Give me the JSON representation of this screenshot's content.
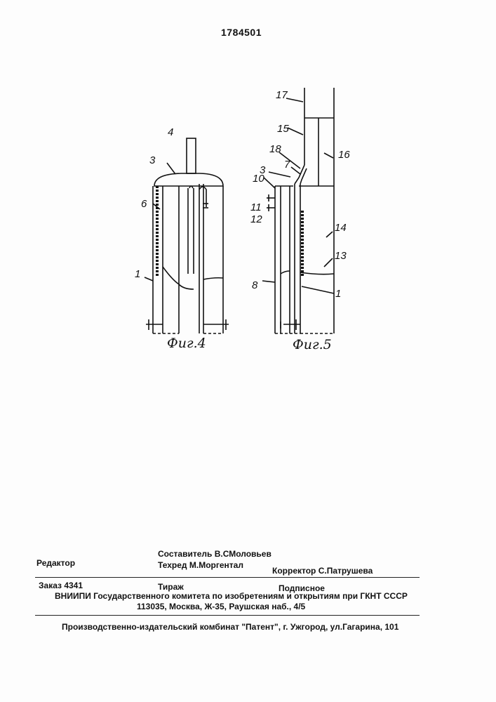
{
  "header": {
    "patent_number": "1784501"
  },
  "figures": [
    {
      "caption": "Фиг.4",
      "callouts": [
        "4",
        "3",
        "6",
        "1"
      ]
    },
    {
      "caption": "Фиг.5",
      "callouts": [
        "17",
        "15",
        "16",
        "18",
        "7",
        "3",
        "10",
        "11",
        "12",
        "14",
        "13",
        "8",
        "1"
      ]
    }
  ],
  "imprint": {
    "editor_label": "Редактор",
    "compiler": "Составитель В.СМоловьев",
    "techred": "Техред М.Моргентал",
    "corrector": "Корректор С.Патрушева",
    "order": "Заказ 4341",
    "circulation": "Тираж",
    "subscription": "Подписное",
    "institute": "ВНИИПИ Государственного комитета по изобретениям и открытиям при ГКНТ СССР",
    "address": "113035, Москва, Ж-35, Раушская наб., 4/5",
    "publisher": "Производственно-издательский комбинат \"Патент\", г. Ужгород, ул.Гагарина, 101"
  }
}
